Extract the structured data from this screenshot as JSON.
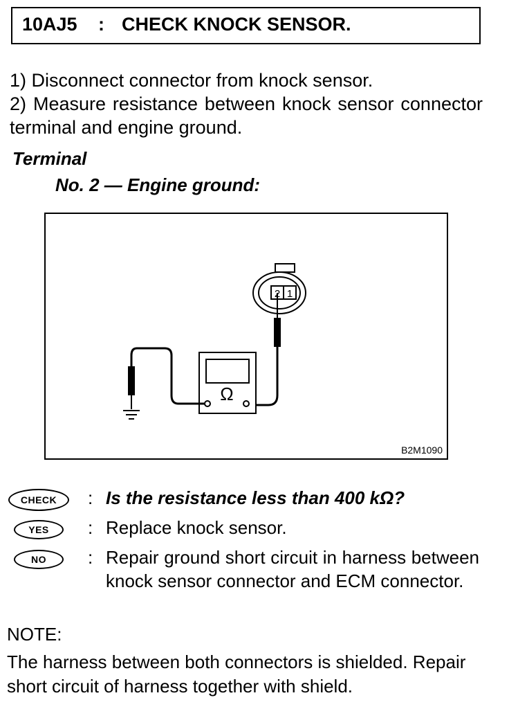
{
  "header": {
    "code": "10AJ5",
    "separator": ":",
    "title": "CHECK KNOCK SENSOR."
  },
  "steps": [
    "1)  Disconnect connector from knock sensor.",
    "2)  Measure resistance between knock sensor connector terminal and engine ground."
  ],
  "terminal": {
    "heading": "Terminal",
    "value": "No. 2 — Engine ground:"
  },
  "figure": {
    "code": "B2M1090",
    "connector_pins": [
      "2",
      "1"
    ],
    "meter_symbol": "Ω"
  },
  "diagnosis": {
    "check_badge": "CHECK",
    "check_question": "Is the resistance less than 400 kΩ?",
    "yes_badge": "YES",
    "yes_action": "Replace knock sensor.",
    "no_badge": "NO",
    "no_action": "Repair ground short circuit in harness between knock sensor connector and ECM connector.",
    "colon": ":"
  },
  "note": {
    "heading": "NOTE:",
    "body": "The harness between both connectors is shielded. Repair short circuit of harness together with shield."
  }
}
